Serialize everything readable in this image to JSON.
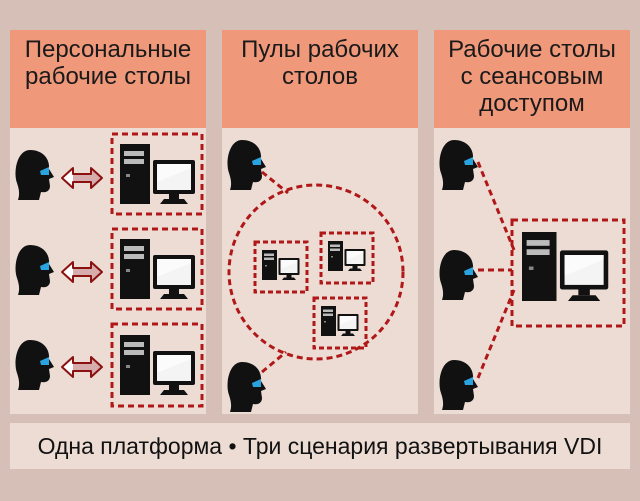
{
  "columns": [
    {
      "title": "Персональные\nрабочие столы"
    },
    {
      "title": "Пулы рабочих\nстолов"
    },
    {
      "title": "Рабочие столы\nс сеансовым\nдоступом"
    }
  ],
  "footer": {
    "text": "Одна платформа • Три сценария развертывания VDI"
  },
  "colors": {
    "background": "#d6bfb6",
    "panel": "#ecdcd4",
    "header": "#f0987a",
    "dashed_border": "#b01818",
    "arrow": "#8b1010",
    "icon": "#111111",
    "eye": "#2aa4e0"
  },
  "icons": [
    "user-head-icon",
    "computer-icon",
    "double-arrow-icon"
  ]
}
